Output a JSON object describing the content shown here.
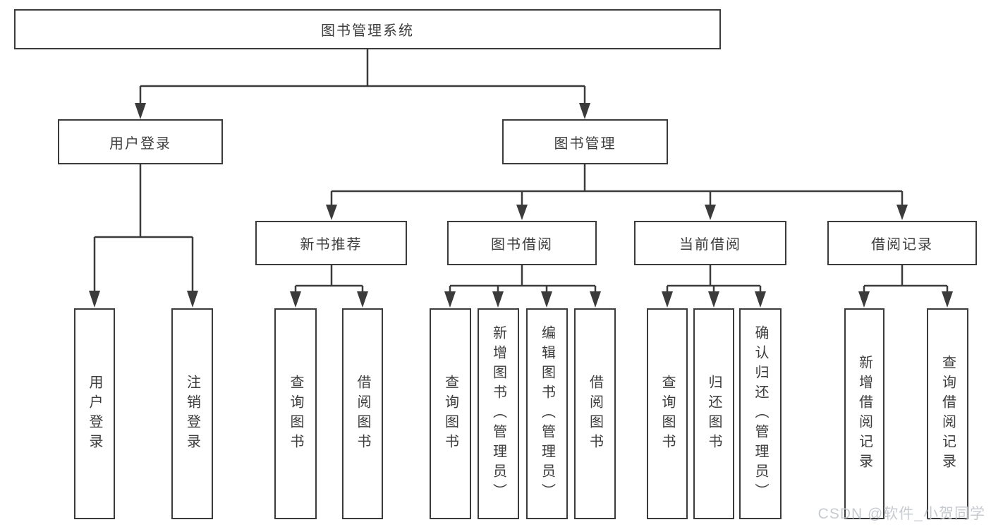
{
  "diagram_title": "图书管理系统",
  "nodes": {
    "root": "图书管理系统",
    "level2": {
      "user_login": "用户登录",
      "book_mgmt": "图书管理"
    },
    "level3": {
      "new_book_rec": "新书推荐",
      "book_borrow": "图书借阅",
      "current_borrow": "当前借阅",
      "borrow_record": "借阅记录"
    },
    "leaves": {
      "user_login": "用户登录",
      "logout": "注销登录",
      "query_book_newrec": "查询图书",
      "borrow_book_newrec": "借阅图书",
      "query_book_borrow": "查询图书",
      "add_book_admin": "新增图书（管理员）",
      "edit_book_admin": "编辑图书（管理员）",
      "borrow_book_borrow": "借阅图书",
      "query_book_current": "查询图书",
      "return_book": "归还图书",
      "confirm_return_admin": "确认归还（管理员）",
      "add_borrow_record": "新增借阅记录",
      "query_borrow_record": "查询借阅记录"
    }
  },
  "watermark": "CSDN @软件_小贺同学",
  "colors": {
    "line": "#3b3b3b",
    "text": "#3d3d3d",
    "background": "#ffffff",
    "watermark": "#c4c8cd"
  }
}
